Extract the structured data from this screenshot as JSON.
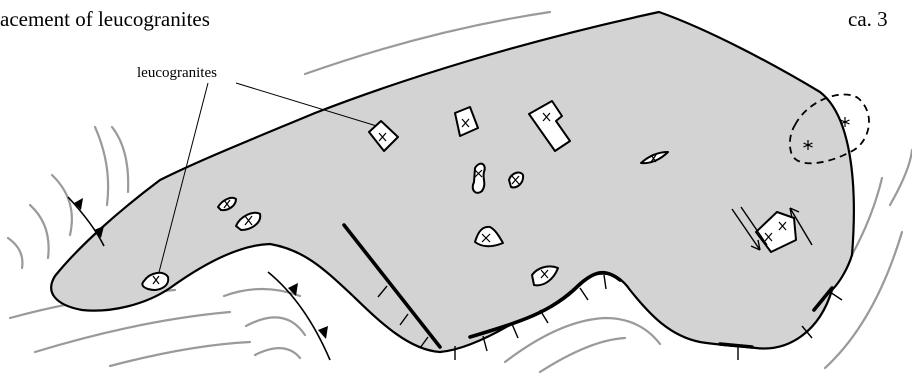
{
  "diagram": {
    "heading_left": "acement of leucogranites",
    "heading_right": "ca. 3",
    "label": "leucogranites",
    "colors": {
      "pluton_fill": "#d3d3d3",
      "outline": "#000000",
      "host_foliation": "#9a9a9a",
      "background": "#ffffff"
    }
  }
}
